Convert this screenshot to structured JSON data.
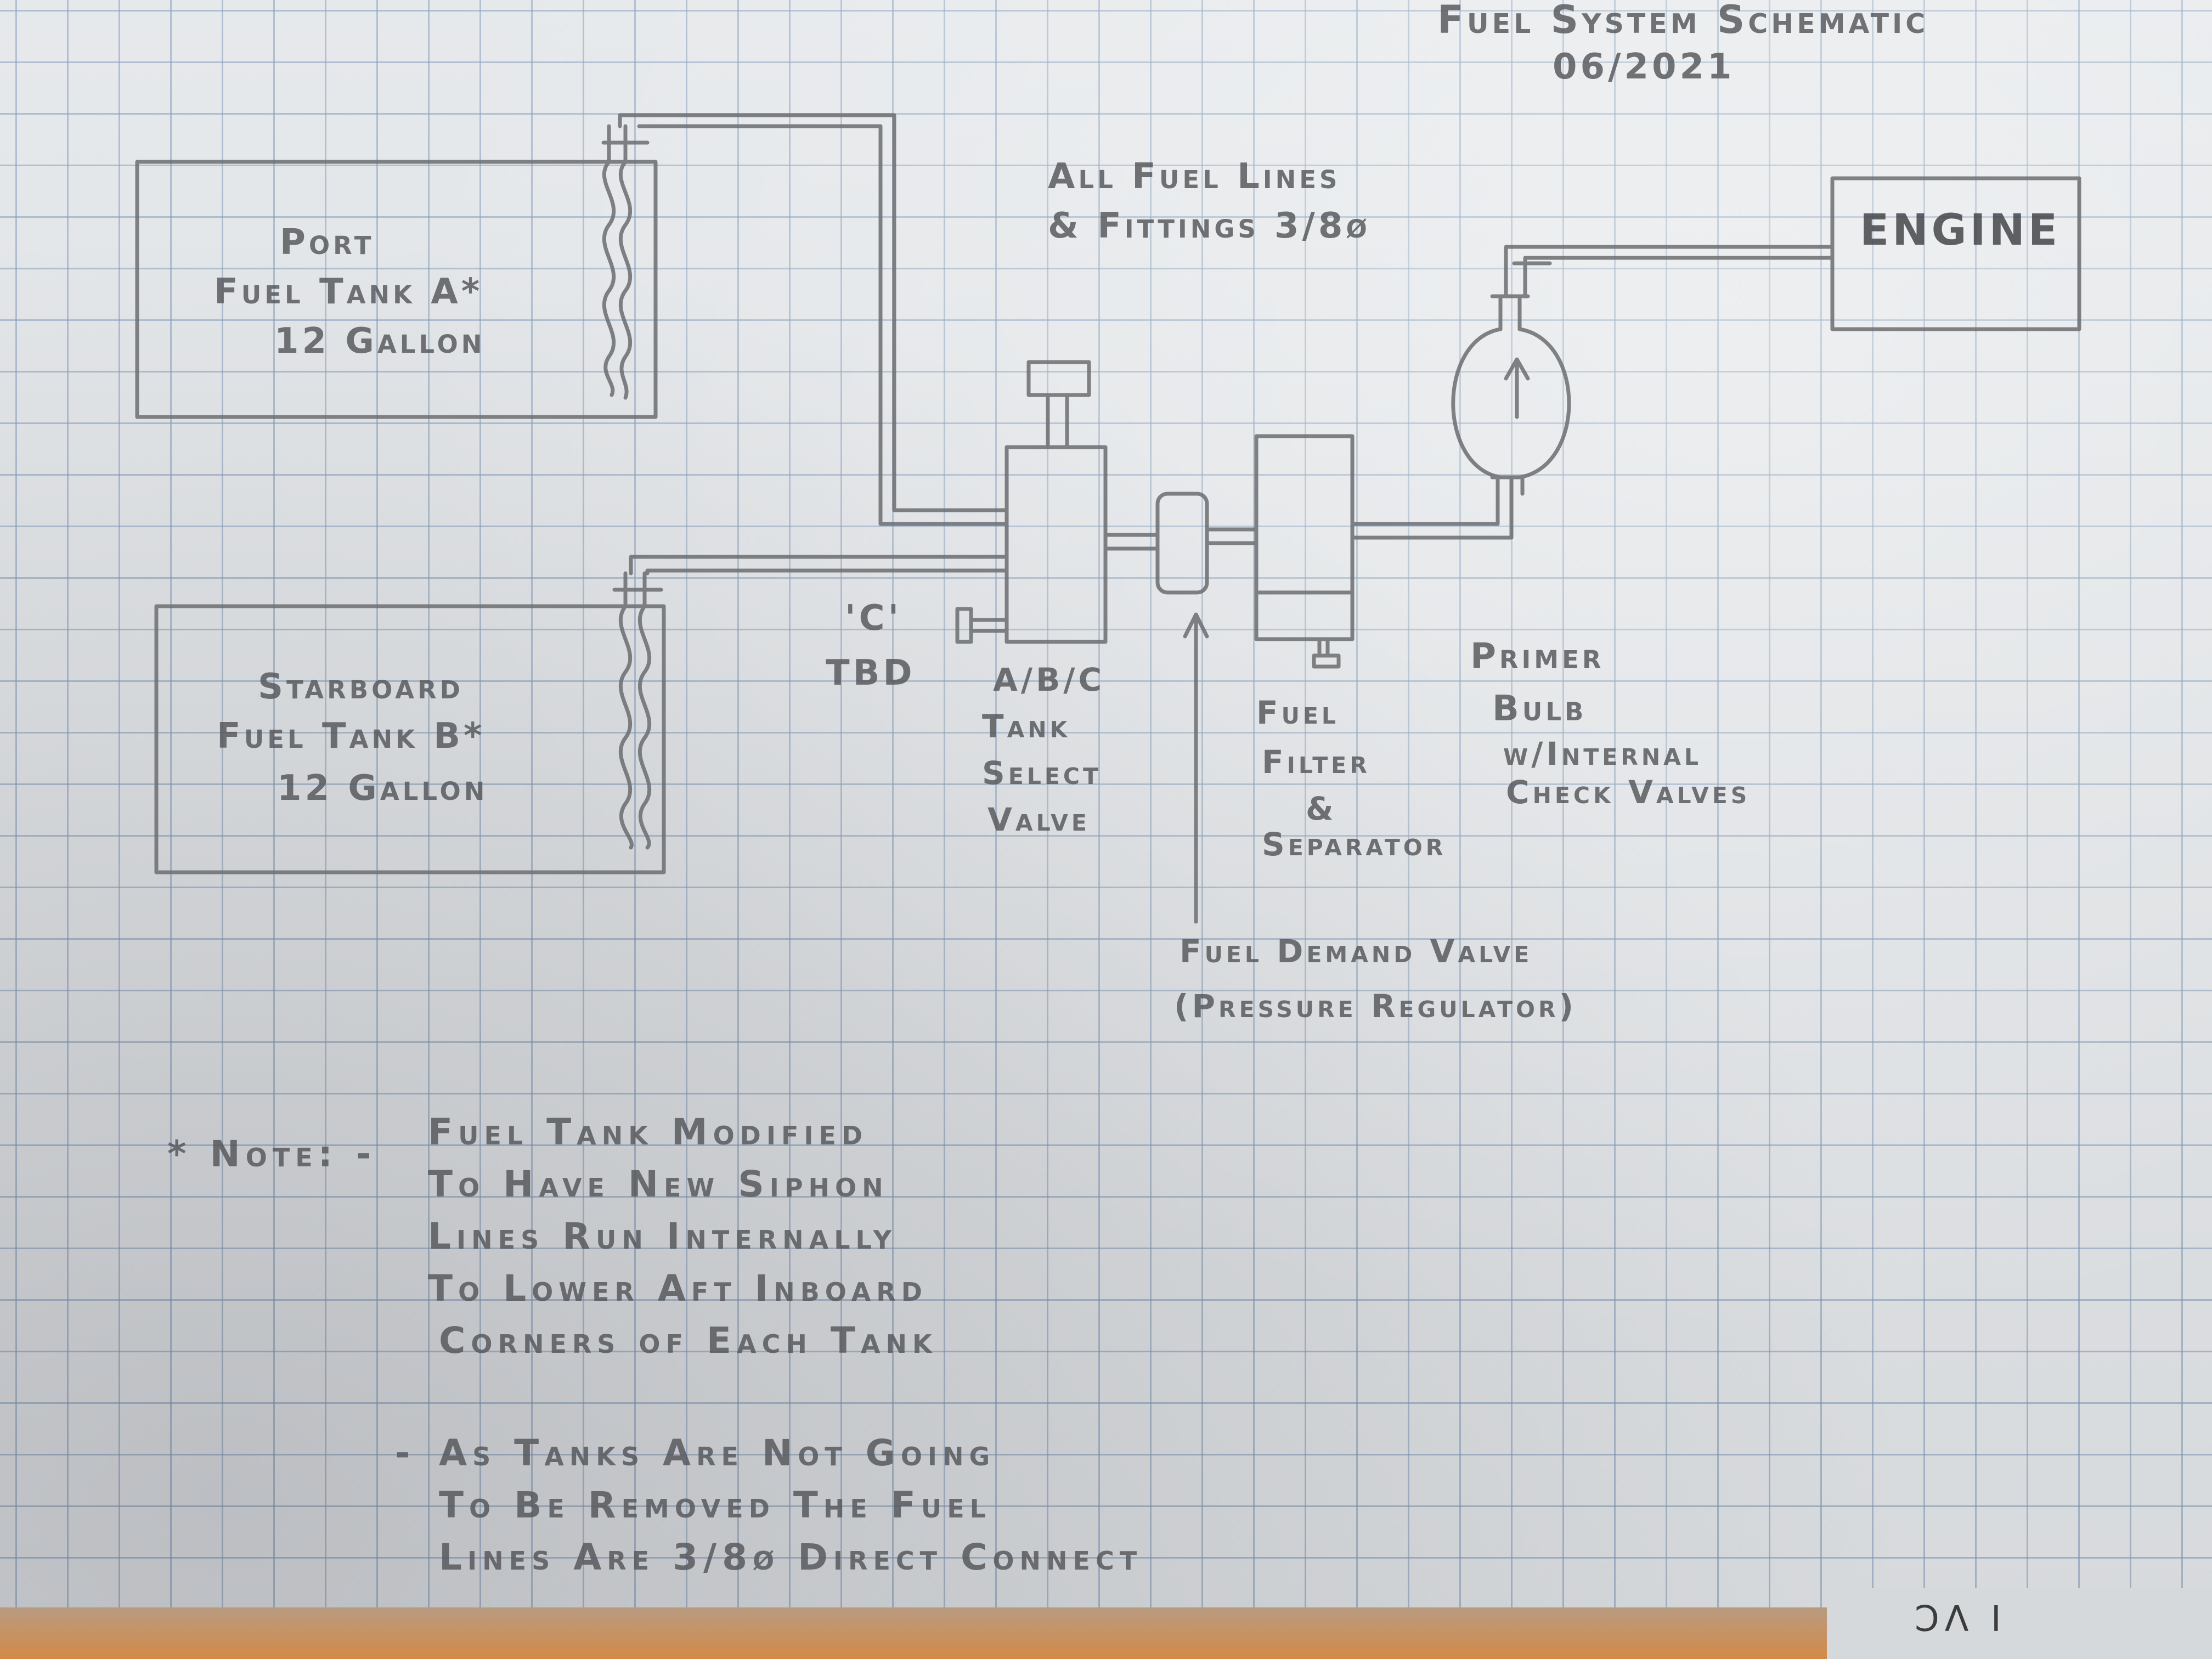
{
  "title": "Fuel System Schematic",
  "date": "06/2021",
  "lines_note": {
    "line1": "All Fuel Lines",
    "line2": "& Fittings 3/8ø"
  },
  "engine": {
    "label": "ENGINE"
  },
  "port_tank": {
    "line1": "Port",
    "line2": "Fuel Tank A*",
    "line3": "12 Gallon"
  },
  "starboard_tank": {
    "line1": "Starboard",
    "line2": "Fuel Tank B*",
    "line3": "12 Gallon"
  },
  "c_port": {
    "label": "'C'",
    "sub": "TBD"
  },
  "select_valve": {
    "line1": "A/B/C",
    "line2": "Tank",
    "line3": "Select",
    "line4": "Valve"
  },
  "fuel_filter": {
    "line1": "Fuel",
    "line2": "Filter",
    "line3": "&",
    "line4": "Separator"
  },
  "primer_bulb": {
    "line1": "Primer",
    "line2": "Bulb",
    "line3": "w/Internal",
    "line4": "Check Valves"
  },
  "demand_valve": {
    "line1": "Fuel Demand Valve",
    "line2": "(Pressure Regulator)"
  },
  "notes": {
    "marker": "* Note: -",
    "item1": [
      "Fuel Tank Modified",
      "To Have New Siphon",
      "Lines Run Internally",
      "To Lower Aft Inboard",
      "Corners of Each Tank"
    ],
    "item2_marker": "-",
    "item2": [
      "As Tanks Are Not Going",
      "To Be Removed The Fuel",
      "Lines Are 3/8ø Direct Connect"
    ]
  },
  "corner_mark": "I VC"
}
